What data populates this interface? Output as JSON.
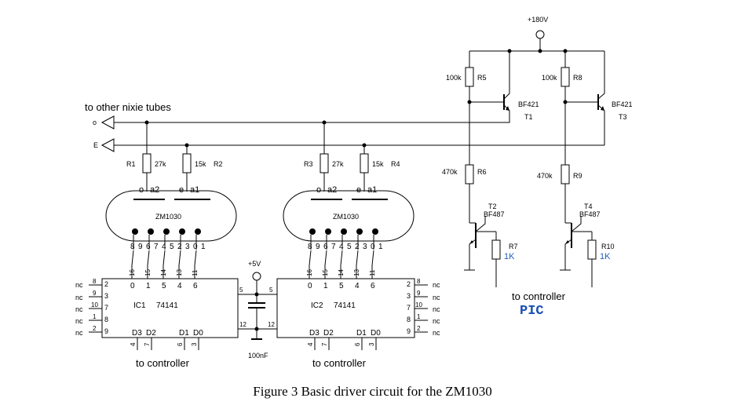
{
  "supply": {
    "hv_label": "+180V",
    "v5_label": "+5V"
  },
  "bus": {
    "header": "to other nixie tubes",
    "o_label": "o",
    "e_label": "E"
  },
  "resistors": {
    "r1": {
      "name": "R1",
      "value": "27k"
    },
    "r2": {
      "name": "R2",
      "value": "15k"
    },
    "r3": {
      "name": "R3",
      "value": "27k"
    },
    "r4": {
      "name": "R4",
      "value": "15k"
    },
    "r5": {
      "name": "R5",
      "value": "100k"
    },
    "r6": {
      "name": "R6",
      "value": "470k"
    },
    "r7": {
      "name": "R7",
      "value": "1K"
    },
    "r8": {
      "name": "R8",
      "value": "100k"
    },
    "r9": {
      "name": "R9",
      "value": "470k"
    },
    "r10": {
      "name": "R10",
      "value": "1K"
    }
  },
  "transistors": {
    "t1": {
      "type": "BF421",
      "name": "T1"
    },
    "t2": {
      "type": "BF487",
      "name": "T2"
    },
    "t3": {
      "type": "BF421",
      "name": "T3"
    },
    "t4": {
      "type": "BF487",
      "name": "T4"
    }
  },
  "tubes": {
    "label": "ZM1030",
    "anode_labels": [
      "o",
      "a2",
      "e",
      "a1"
    ],
    "pin_digits": [
      "8",
      "9",
      "6",
      "7",
      "4",
      "5",
      "2",
      "3",
      "0",
      "1"
    ]
  },
  "ics": {
    "ic1": {
      "name": "IC1",
      "part": "74141",
      "top_pin_numbers": [
        "16",
        "15",
        "14",
        "13",
        "11"
      ],
      "top_outputs": [
        "0",
        "1",
        "5",
        "4",
        "6"
      ],
      "left_pin_numbers": [
        "8",
        "9",
        "10",
        "1",
        "2"
      ],
      "left_outputs": [
        "2",
        "3",
        "7",
        "8",
        "9"
      ],
      "nc_labels": [
        "nc",
        "nc",
        "nc",
        "nc",
        "nc"
      ],
      "inputs": [
        "D3",
        "D2",
        "D1",
        "D0"
      ],
      "bottom_pin_numbers": [
        "4",
        "7",
        "6",
        "3"
      ],
      "vcc_pin": "5",
      "gnd_pin": "12"
    },
    "ic2": {
      "name": "IC2",
      "part": "74141",
      "top_pin_numbers": [
        "16",
        "15",
        "14",
        "13",
        "11"
      ],
      "top_outputs": [
        "0",
        "1",
        "5",
        "4",
        "6"
      ],
      "right_pin_numbers": [
        "8",
        "9",
        "10",
        "1",
        "2"
      ],
      "right_outputs": [
        "2",
        "3",
        "7",
        "8",
        "9"
      ],
      "nc_labels": [
        "nc",
        "nc",
        "nc",
        "nc",
        "nc"
      ],
      "inputs": [
        "D3",
        "D2",
        "D1",
        "D0"
      ],
      "bottom_pin_numbers": [
        "4",
        "7",
        "6",
        "3"
      ],
      "vcc_pin": "5",
      "gnd_pin": "12"
    }
  },
  "capacitor": {
    "value": "100nF"
  },
  "controller": {
    "label1": "to controller",
    "label2": "to controller",
    "label3": "to controller",
    "pic": "PIC"
  },
  "caption": "Figure 3 Basic driver circuit for the ZM1030"
}
